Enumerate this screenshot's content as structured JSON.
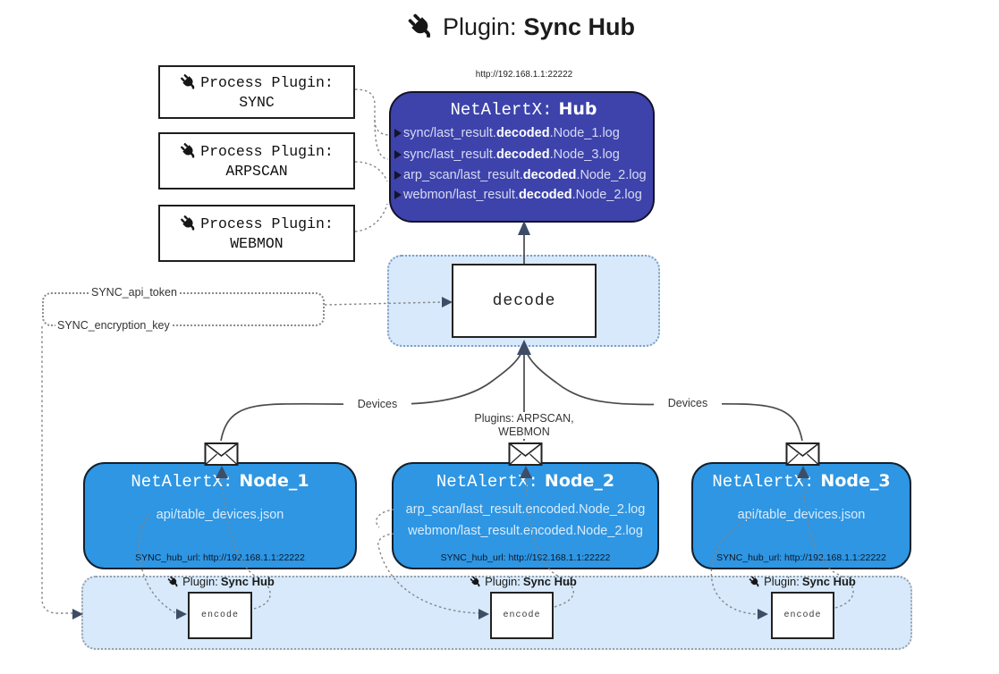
{
  "title": {
    "prefix": "Plugin:",
    "name": "Sync Hub"
  },
  "hub": {
    "url": "http://192.168.1.1:22222",
    "name_prefix": "NetAlertX:",
    "name": "Hub",
    "logs": [
      {
        "pre": "sync/last_result.",
        "mid": "decoded",
        "post": ".Node_1.log"
      },
      {
        "pre": "sync/last_result.",
        "mid": "decoded",
        "post": ".Node_3.log"
      },
      {
        "pre": "arp_scan/last_result.",
        "mid": "decoded",
        "post": ".Node_2.log"
      },
      {
        "pre": "webmon/last_result.",
        "mid": "decoded",
        "post": ".Node_2.log"
      }
    ]
  },
  "process_plugins": [
    {
      "label": "Process Plugin:",
      "name": "SYNC"
    },
    {
      "label": "Process Plugin:",
      "name": "ARPSCAN"
    },
    {
      "label": "Process Plugin:",
      "name": "WEBMON"
    }
  ],
  "settings": {
    "api_token": "SYNC_api_token",
    "encryption_key": "SYNC_encryption_key"
  },
  "decode_label": "decode",
  "edge_labels": {
    "devices_left": "Devices",
    "devices_right": "Devices",
    "plugins": "Plugins: ARPSCAN, WEBMON"
  },
  "nodes": [
    {
      "name_prefix": "NetAlertX:",
      "name": "Node_1",
      "files": [
        "api/table_devices.json"
      ],
      "hub_url": "SYNC_hub_url: http://192.168.1.1:22222",
      "plugin": {
        "prefix": "Plugin:",
        "name": "Sync Hub"
      },
      "encode_label": "encode"
    },
    {
      "name_prefix": "NetAlertX:",
      "name": "Node_2",
      "files": [
        "arp_scan/last_result.encoded.Node_2.log",
        "webmon/last_result.encoded.Node_2.log"
      ],
      "hub_url": "SYNC_hub_url: http://192.168.1.1:22222",
      "plugin": {
        "prefix": "Plugin:",
        "name": "Sync Hub"
      },
      "encode_label": "encode"
    },
    {
      "name_prefix": "NetAlertX:",
      "name": "Node_3",
      "files": [
        "api/table_devices.json"
      ],
      "hub_url": "SYNC_hub_url: http://192.168.1.1:22222",
      "plugin": {
        "prefix": "Plugin:",
        "name": "Sync Hub"
      },
      "encode_label": "encode"
    }
  ],
  "colors": {
    "hub_bg": "#3d43ab",
    "node_bg": "#2e96e3",
    "panel_bg": "#d7e9fb",
    "solid_edge": "#4a4a4a",
    "dotted_edge": "#858585",
    "arrow": "#3e4d66"
  }
}
